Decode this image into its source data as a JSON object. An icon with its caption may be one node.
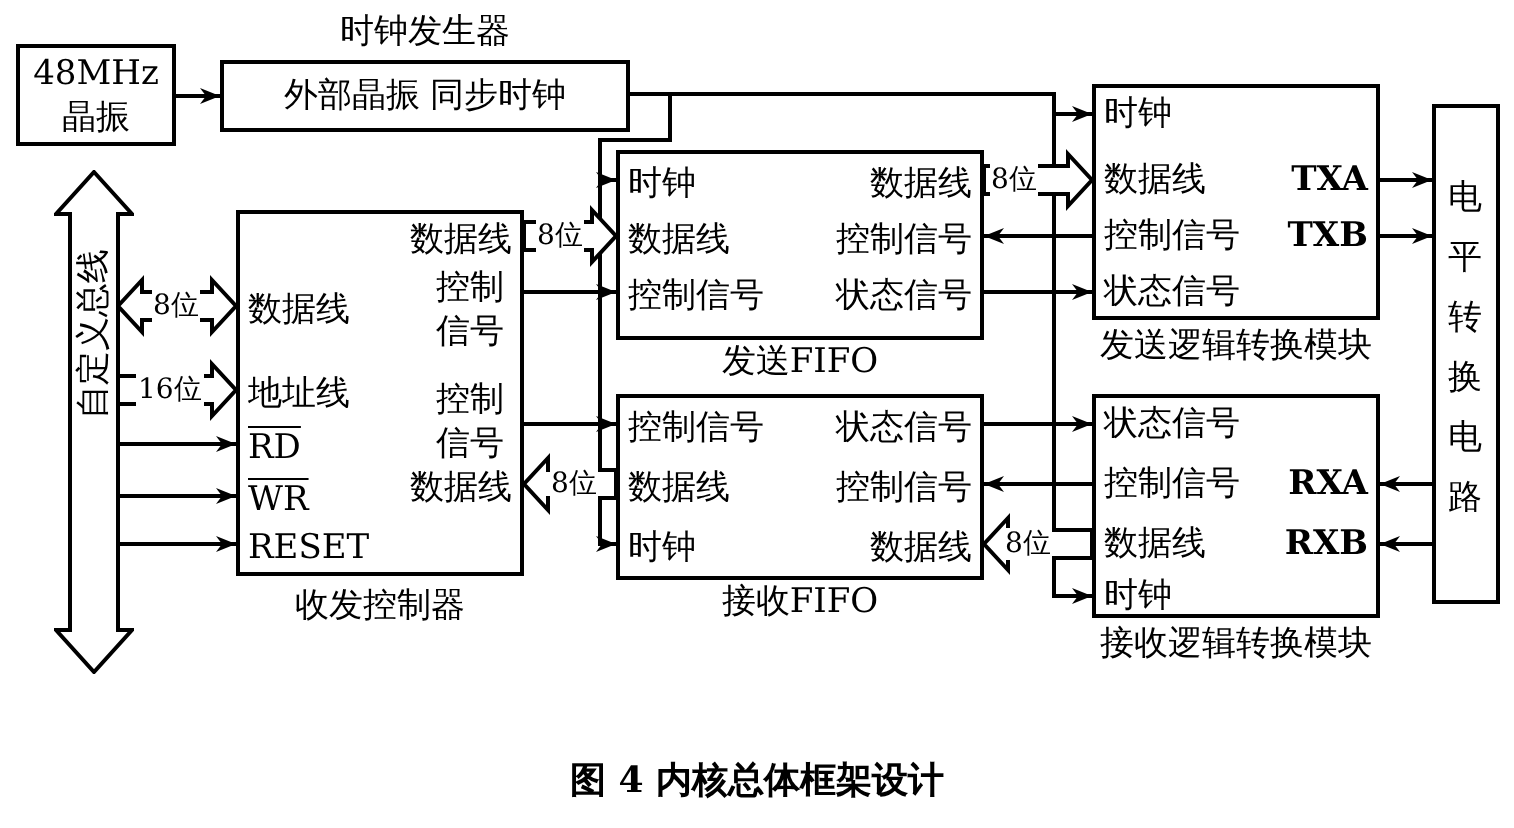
{
  "diagram": {
    "caption": "图 4 内核总体框架设计",
    "nodes": [
      {
        "text": [
          "48MHz 晶振"
        ]
      },
      {
        "text": [
          "时钟发生器",
          "外部晶振 同步时钟"
        ]
      },
      {
        "text": [
          "自定义总线"
        ]
      },
      {
        "text": [
          "数据线",
          "数据线",
          "控制信号",
          "地址线",
          "控制信号",
          "RD",
          "WR",
          "数据线",
          "RESET",
          "收发控制器"
        ]
      },
      {
        "text": [
          "时钟",
          "数据线",
          "数据线",
          "控制信号",
          "控制信号",
          "状态信号",
          "发送FIFO"
        ]
      },
      {
        "text": [
          "控制信号",
          "状态信号",
          "数据线",
          "控制信号",
          "时钟",
          "数据线",
          "接收FIFO"
        ]
      },
      {
        "text": [
          "时钟",
          "数据线",
          "TXA",
          "控制信号",
          "TXB",
          "状态信号",
          "发送逻辑转换模块"
        ]
      },
      {
        "text": [
          "状态信号",
          "控制信号",
          "RXA",
          "数据线",
          "RXB",
          "时钟",
          "接收逻辑转换模块"
        ]
      },
      {
        "text": [
          "电平转换电路"
        ]
      }
    ],
    "edges": [
      {
        "from": 0,
        "to": 1,
        "arrow": "to"
      },
      {
        "from": 1,
        "to": 4,
        "arrow": "to"
      },
      {
        "from": 1,
        "to": 5,
        "arrow": "to"
      },
      {
        "from": 1,
        "to": 6,
        "arrow": "to"
      },
      {
        "from": 1,
        "to": 7,
        "arrow": "to"
      },
      {
        "from": 2,
        "to": 3,
        "arrow": "both",
        "style": "thick",
        "label": "8位"
      },
      {
        "from": 2,
        "to": 3,
        "arrow": "to",
        "style": "thick",
        "label": "16位"
      },
      {
        "from": 2,
        "to": 3,
        "arrow": "to"
      },
      {
        "from": 2,
        "to": 3,
        "arrow": "to"
      },
      {
        "from": 2,
        "to": 3,
        "arrow": "to"
      },
      {
        "from": 3,
        "to": 4,
        "arrow": "to",
        "style": "thick",
        "label": "8位"
      },
      {
        "from": 3,
        "to": 4,
        "arrow": "to"
      },
      {
        "from": 4,
        "to": 6,
        "arrow": "to",
        "style": "thick",
        "label": "8位"
      },
      {
        "from": 6,
        "to": 4,
        "arrow": "to"
      },
      {
        "from": 4,
        "to": 6,
        "arrow": "to"
      },
      {
        "from": 3,
        "to": 5,
        "arrow": "to"
      },
      {
        "from": 5,
        "to": 3,
        "arrow": "to",
        "style": "thick",
        "label": "8位"
      },
      {
        "from": 5,
        "to": 7,
        "arrow": "to"
      },
      {
        "from": 7,
        "to": 5,
        "arrow": "to"
      },
      {
        "from": 7,
        "to": 5,
        "arrow": "to",
        "style": "thick",
        "label": "8位"
      },
      {
        "from": 6,
        "to": 8,
        "arrow": "to"
      },
      {
        "from": 6,
        "to": 8,
        "arrow": "to"
      },
      {
        "from": 8,
        "to": 7,
        "arrow": "to"
      },
      {
        "from": 8,
        "to": 7,
        "arrow": "to"
      }
    ]
  }
}
